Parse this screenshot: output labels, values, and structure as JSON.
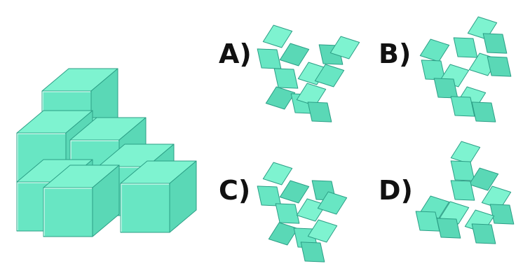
{
  "palette": {
    "top": "#7ef3d0",
    "left": "#68e6c3",
    "right": "#5ad8b6",
    "stroke": "#2c9f86",
    "highlight": "#d8fff3"
  },
  "options": [
    {
      "id": "A",
      "label": "A)"
    },
    {
      "id": "B",
      "label": "B)"
    },
    {
      "id": "C",
      "label": "C)"
    },
    {
      "id": "D",
      "label": "D)"
    }
  ]
}
